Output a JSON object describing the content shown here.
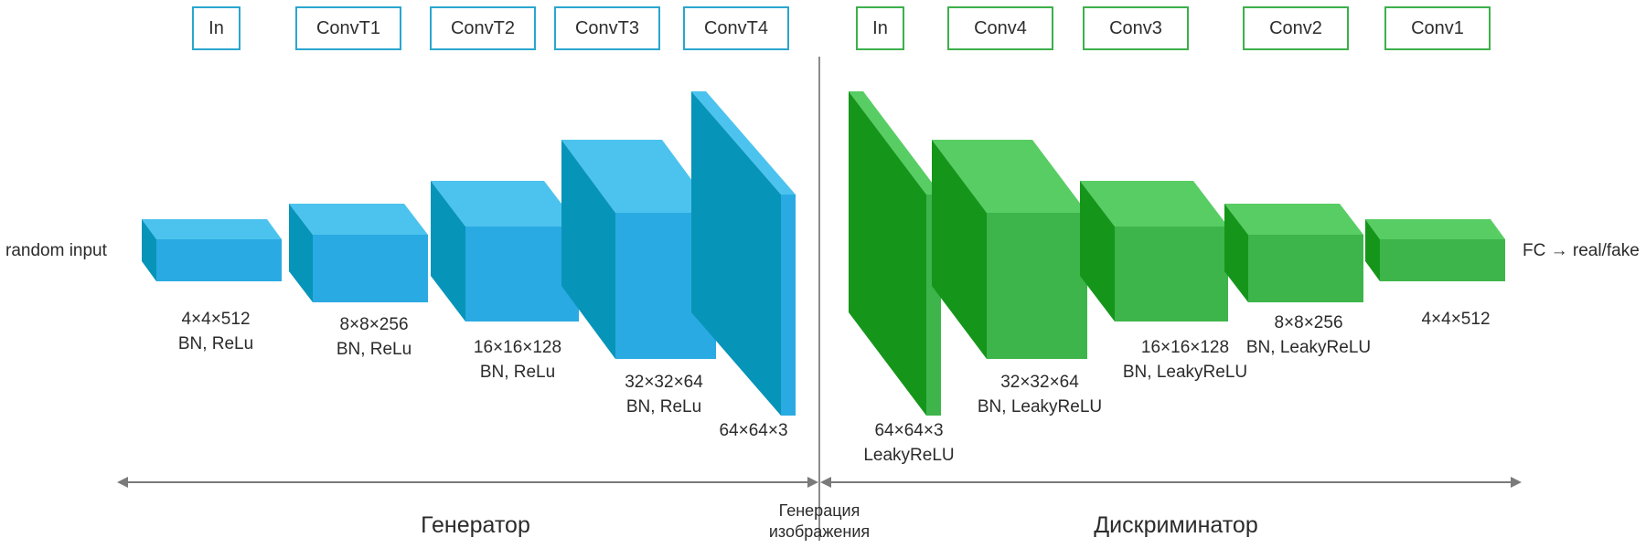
{
  "colors": {
    "gen_front": "#29aae2",
    "gen_top": "#4cc3ee",
    "gen_side": "#0794b9",
    "dis_front": "#3db54a",
    "dis_top": "#58cd64",
    "dis_side": "#15961b",
    "axis": "#7a7a7a"
  },
  "generator": {
    "headers": [
      "In",
      "ConvT1",
      "ConvT2",
      "ConvT3",
      "ConvT4"
    ],
    "layers": [
      {
        "dims": "4×4×512",
        "ops": "BN, ReLu"
      },
      {
        "dims": "8×8×256",
        "ops": "BN, ReLu"
      },
      {
        "dims": "16×16×128",
        "ops": "BN, ReLu"
      },
      {
        "dims": "32×32×64",
        "ops": "BN, ReLu"
      },
      {
        "dims": "64×64×3",
        "ops": ""
      }
    ],
    "input_label": "random input",
    "section_label": "Генератор"
  },
  "discriminator": {
    "headers": [
      "In",
      "Conv4",
      "Conv3",
      "Conv2",
      "Conv1"
    ],
    "layers": [
      {
        "dims": "64×64×3",
        "ops": "LeakyReLU"
      },
      {
        "dims": "32×32×64",
        "ops": "BN, LeakyReLU"
      },
      {
        "dims": "16×16×128",
        "ops": "BN, LeakyReLU"
      },
      {
        "dims": "8×8×256",
        "ops": "BN, LeakyReLU"
      },
      {
        "dims": "4×4×512",
        "ops": ""
      }
    ],
    "output_label": "FC → real/fake",
    "section_label": "Дискриминатор"
  },
  "middle_label": {
    "line1": "Генерация",
    "line2": "изображения"
  }
}
